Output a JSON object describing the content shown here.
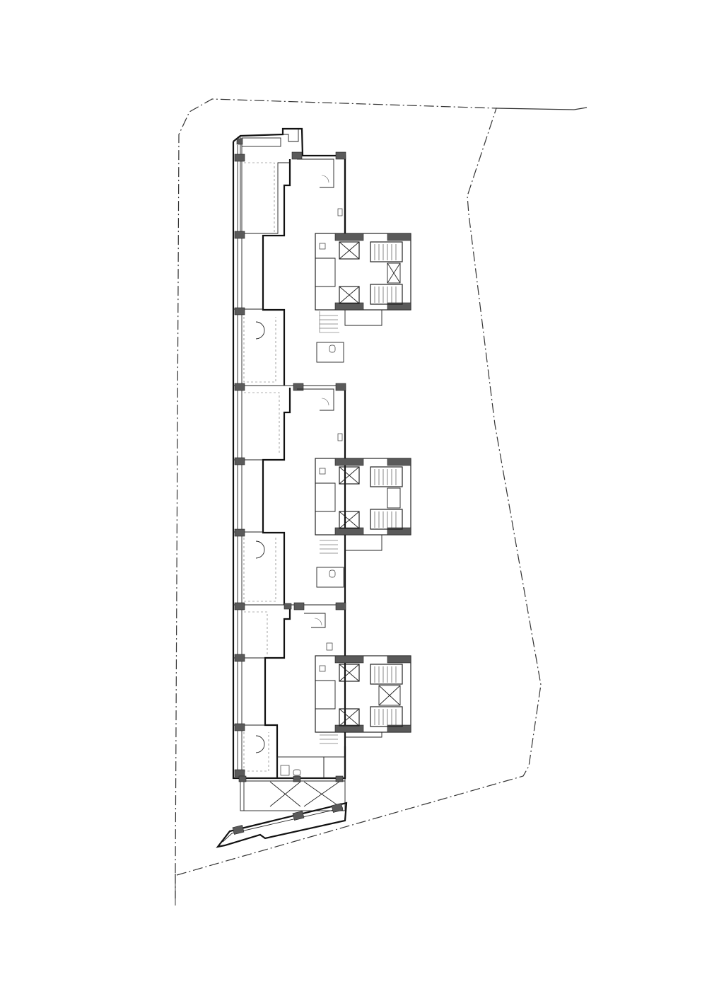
{
  "drawing": {
    "type": "architectural floor plan",
    "text_labels": []
  },
  "colors": {
    "line": "#111111",
    "column_fill": "#5a5a5a",
    "background": "#ffffff"
  },
  "icons": [
    "site-boundary",
    "building-outline",
    "core-block",
    "column",
    "stair",
    "elevator",
    "door-swing",
    "canopy"
  ]
}
